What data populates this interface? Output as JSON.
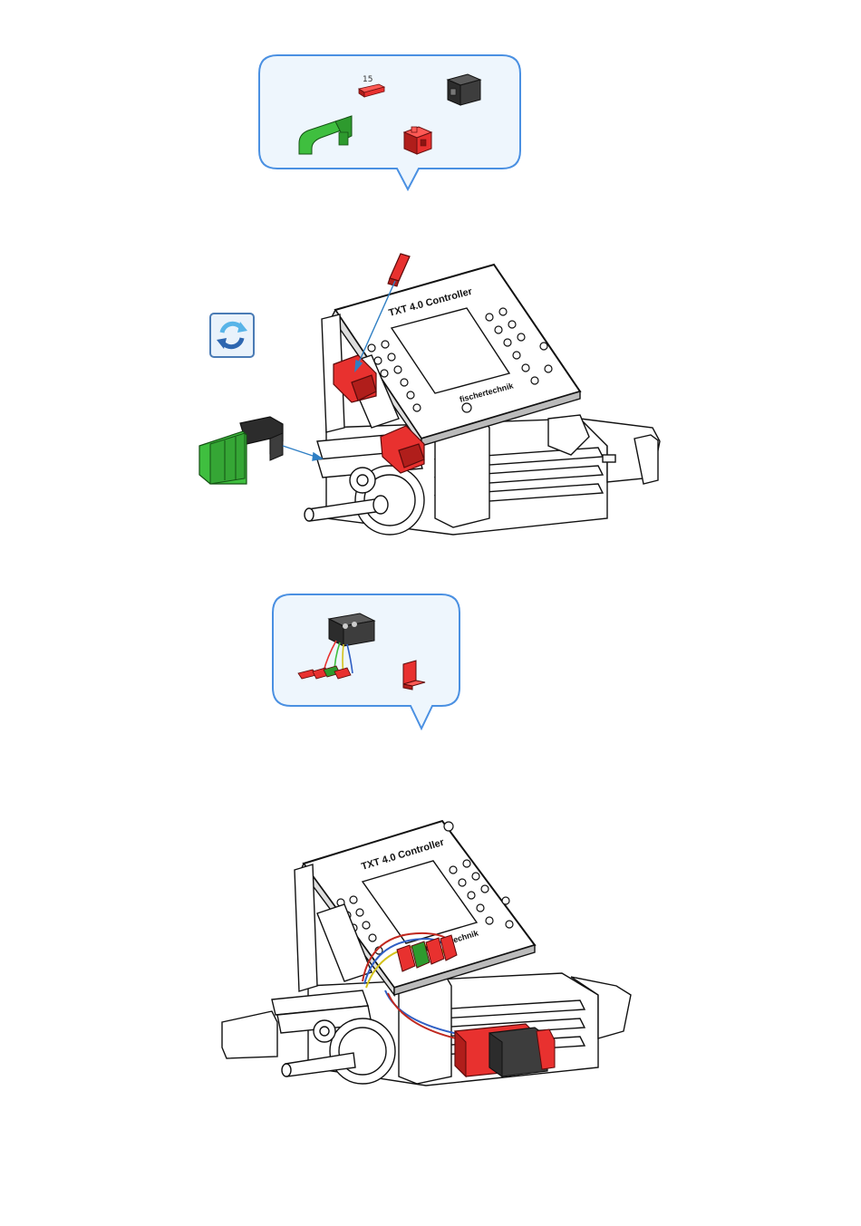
{
  "step1": {
    "callout": {
      "parts": [
        {
          "name": "building-block-15",
          "label": "15",
          "color": "#e8312f"
        },
        {
          "name": "black-block",
          "color": "#2c2c2c"
        },
        {
          "name": "green-clip",
          "color": "#3fbf3f"
        },
        {
          "name": "red-connector-block",
          "color": "#e8312f"
        }
      ]
    },
    "controller_title": "TXT 4.0 Controller",
    "controller_brand": "fischertechnik",
    "rotate_icon": "rotate-icon"
  },
  "step2": {
    "callout": {
      "parts": [
        {
          "name": "sensor-with-cable",
          "color": "#2c2c2c"
        },
        {
          "name": "red-angle-block",
          "color": "#e8312f"
        }
      ]
    },
    "controller_title": "TXT 4.0 Controller",
    "controller_brand": "fischertechnik"
  },
  "colors": {
    "callout_border": "#4a90e2",
    "callout_fill": "#eef6fd",
    "part_red": "#e8312f",
    "part_green": "#3fbf3f",
    "part_black": "#2c2c2c",
    "arrow_blue": "#2f7fc4"
  }
}
